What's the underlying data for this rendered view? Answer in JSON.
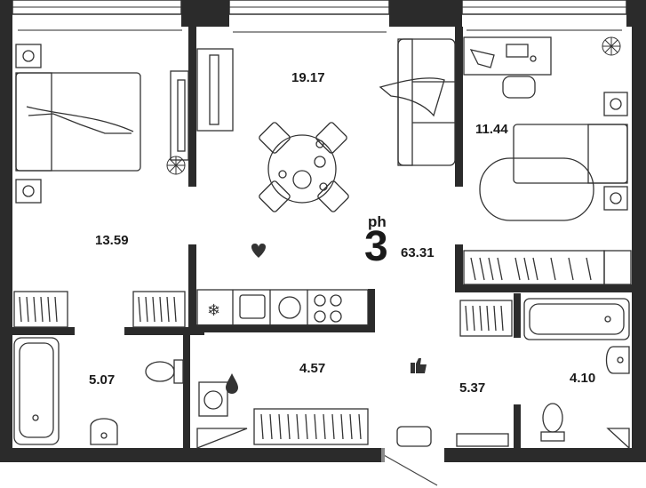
{
  "plan": {
    "room_type_prefix": "ph",
    "room_count": "3",
    "total_area": "63.31",
    "rooms": [
      {
        "id": "living",
        "area": "19.17"
      },
      {
        "id": "bedroom-left",
        "area": "13.59"
      },
      {
        "id": "bedroom-right",
        "area": "11.44"
      },
      {
        "id": "bathroom-left",
        "area": "5.07"
      },
      {
        "id": "kitchen-corridor",
        "area": "4.57"
      },
      {
        "id": "hallway",
        "area": "5.37"
      },
      {
        "id": "bathroom-right",
        "area": "4.10"
      }
    ]
  },
  "icons": {
    "heart": "heart-icon",
    "thumbs_up": "thumbs-up-icon",
    "snowflake": "snowflake-icon",
    "water_drop": "water-drop-icon",
    "entrance_arrow": "entrance-arrow-icon"
  },
  "colors": {
    "wall": "#2b2b2b",
    "line": "#3a3a3a",
    "paper": "#ffffff"
  }
}
